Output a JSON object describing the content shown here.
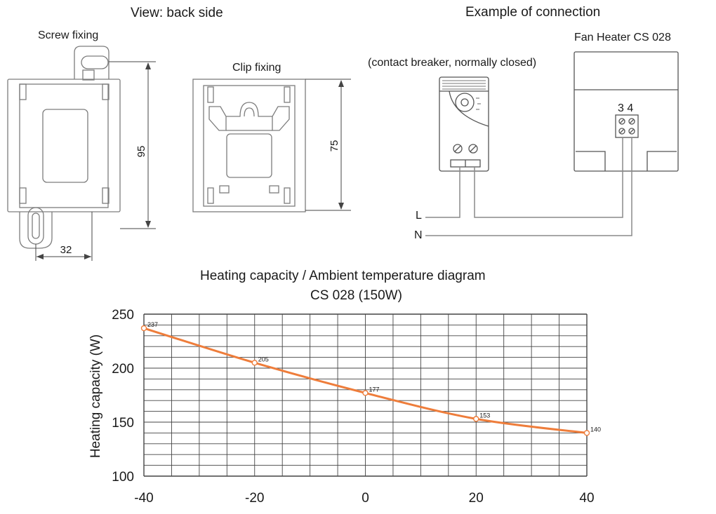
{
  "mounting": {
    "title": "View: back side",
    "screw_fixing_label": "Screw fixing",
    "clip_fixing_label": "Clip fixing",
    "dim_height_screw": "95",
    "dim_width_screw": "32",
    "dim_height_clip": "75"
  },
  "connection": {
    "title": "Example of connection",
    "breaker_label": "(contact breaker, normally closed)",
    "heater_label": "Fan Heater CS 028",
    "terminal_label": "3 4",
    "line_label": "L",
    "neutral_label": "N"
  },
  "chart_data": {
    "type": "line",
    "title": "Heating capacity / Ambient temperature diagram",
    "subtitle": "CS 028 (150W)",
    "xlabel": "",
    "ylabel": "Heating capacity (W)",
    "x": [
      -40,
      -20,
      0,
      20,
      40
    ],
    "values": [
      237,
      205,
      177,
      153,
      140
    ],
    "point_labels": [
      "237",
      "205",
      "177",
      "153",
      "140"
    ],
    "xlim": [
      -40,
      40
    ],
    "ylim": [
      100,
      250
    ],
    "x_ticks": [
      "-40",
      "-20",
      "0",
      "20",
      "40"
    ],
    "y_ticks": [
      "250",
      "200",
      "150",
      "100"
    ],
    "grid": true,
    "line_color": "#ee7d3b",
    "grid_color": "#444444"
  }
}
